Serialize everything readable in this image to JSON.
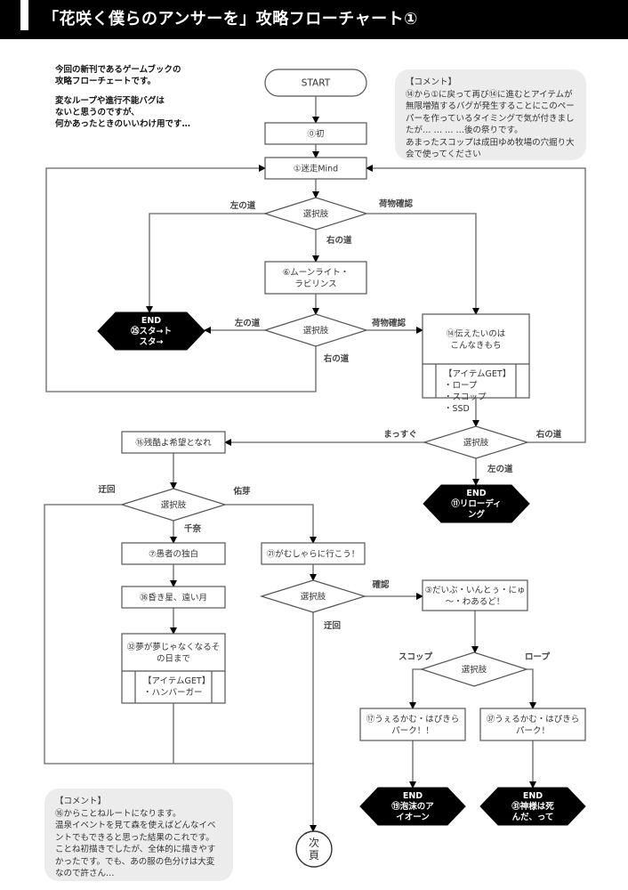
{
  "header": {
    "title": "「花咲く僕らのアンサーを」攻略フローチャート①"
  },
  "intro": {
    "paragraphs": [
      "今回の新刊であるゲームブックの\n攻略フローチェートです。",
      "変なループや進行不能バグは\nないと思うのですが、\n何かあったときのいいわけ用です…"
    ]
  },
  "comments": {
    "top": "【コメント】\n⑭から①に戻って再び⑭に進むとアイテムが無限増殖するバグが発生することにこのペーパーを作っているタイミングで気が付きましたが… … … …後の祭りです。\nあまったスコップは成田ゆめ牧場の穴掘り大会で使ってください",
    "bottom": "【コメント】\n⑯からことねルートになります。\n温泉イベントを見て森を使えばどんなイベントでもできると思った結果のこれです。\nことね初描きでしたが、全体的に描きやすかったです。でも、あの服の色分けは大変なので許さん…"
  },
  "chart_data": {
    "type": "flowchart",
    "nodes": [
      {
        "id": "start",
        "kind": "terminal",
        "lines": [
          "START"
        ]
      },
      {
        "id": "n0",
        "kind": "process",
        "lines": [
          "⓪初"
        ]
      },
      {
        "id": "n1",
        "kind": "process",
        "lines": [
          "①迷走Mind"
        ]
      },
      {
        "id": "d1",
        "kind": "decision",
        "lines": [
          "選択肢"
        ]
      },
      {
        "id": "n6",
        "kind": "process",
        "lines": [
          "⑥ムーンライト・",
          "ラビリンス"
        ]
      },
      {
        "id": "d2",
        "kind": "decision",
        "lines": [
          "選択肢"
        ]
      },
      {
        "id": "end25",
        "kind": "end",
        "lines": [
          "END",
          "㉕スタ→ト",
          "スタ→"
        ]
      },
      {
        "id": "n14",
        "kind": "item-process",
        "lines": [
          "⑭伝えたいのは",
          "こんなきもち"
        ],
        "items": [
          "【アイテムGET】",
          "・ロープ",
          "・スコップ",
          "・SSD"
        ]
      },
      {
        "id": "d3",
        "kind": "decision",
        "lines": [
          "選択肢"
        ]
      },
      {
        "id": "end11",
        "kind": "end",
        "lines": [
          "END",
          "⑪リローディ",
          "ング"
        ]
      },
      {
        "id": "n16",
        "kind": "process",
        "lines": [
          "⑯残酷よ希望となれ"
        ]
      },
      {
        "id": "d4",
        "kind": "decision",
        "lines": [
          "選択肢"
        ]
      },
      {
        "id": "n7",
        "kind": "process",
        "lines": [
          "⑦愚者の独白"
        ]
      },
      {
        "id": "n36",
        "kind": "process",
        "lines": [
          "㊱昏き星、遠い月"
        ]
      },
      {
        "id": "n32",
        "kind": "item-process",
        "lines": [
          "㉜夢が夢じゃなくなるそ",
          "の日まで"
        ],
        "items": [
          "【アイテムGET】",
          "・ハンバーガー"
        ]
      },
      {
        "id": "n21",
        "kind": "process",
        "lines": [
          "㉑がむしゃらに行こう！"
        ]
      },
      {
        "id": "d5",
        "kind": "decision",
        "lines": [
          "選択肢"
        ]
      },
      {
        "id": "n3",
        "kind": "process",
        "lines": [
          "③だいぶ・いんとぅ・にゅ",
          "～・わあるど！"
        ]
      },
      {
        "id": "d6",
        "kind": "decision",
        "lines": [
          "選択肢"
        ]
      },
      {
        "id": "n17",
        "kind": "process",
        "lines": [
          "⑰うぇるかむ・はぴきら",
          "パーク！！"
        ]
      },
      {
        "id": "n37",
        "kind": "process",
        "lines": [
          "㊲うぇるかむ・はぴきら",
          "パーク！"
        ]
      },
      {
        "id": "end19",
        "kind": "end",
        "lines": [
          "END",
          "⑲泡沫のア",
          "イオーン"
        ]
      },
      {
        "id": "end31",
        "kind": "end",
        "lines": [
          "END",
          "㉛神様は死",
          "んだ、って"
        ]
      },
      {
        "id": "next",
        "kind": "connector",
        "lines": [
          "次",
          "頁"
        ]
      }
    ],
    "edges": [
      {
        "from": "start",
        "to": "n0",
        "label": ""
      },
      {
        "from": "n0",
        "to": "n1",
        "label": ""
      },
      {
        "from": "n1",
        "to": "d1",
        "label": ""
      },
      {
        "from": "d1",
        "to": "end25",
        "label": "左の道"
      },
      {
        "from": "d1",
        "to": "n6",
        "label": "右の道"
      },
      {
        "from": "d1",
        "to": "n14",
        "label": "荷物確認"
      },
      {
        "from": "n6",
        "to": "d2",
        "label": ""
      },
      {
        "from": "d2",
        "to": "end25",
        "label": "左の道"
      },
      {
        "from": "d2",
        "to": "n1",
        "label": "右の道"
      },
      {
        "from": "d2",
        "to": "n14",
        "label": "荷物確認"
      },
      {
        "from": "n14",
        "to": "d3",
        "label": ""
      },
      {
        "from": "d3",
        "to": "n16",
        "label": "まっすぐ"
      },
      {
        "from": "d3",
        "to": "n1",
        "label": "右の道"
      },
      {
        "from": "d3",
        "to": "end11",
        "label": "左の道"
      },
      {
        "from": "n16",
        "to": "d4",
        "label": ""
      },
      {
        "from": "d4",
        "to": "next",
        "label": "迂回"
      },
      {
        "from": "d4",
        "to": "n7",
        "label": "千奈"
      },
      {
        "from": "d4",
        "to": "n21",
        "label": "佑芽"
      },
      {
        "from": "n7",
        "to": "n36",
        "label": ""
      },
      {
        "from": "n36",
        "to": "n32",
        "label": ""
      },
      {
        "from": "n32",
        "to": "next",
        "label": ""
      },
      {
        "from": "n21",
        "to": "d5",
        "label": ""
      },
      {
        "from": "d5",
        "to": "n3",
        "label": "確認"
      },
      {
        "from": "d5",
        "to": "next",
        "label": "迂回"
      },
      {
        "from": "n3",
        "to": "d6",
        "label": ""
      },
      {
        "from": "d6",
        "to": "n17",
        "label": "スコップ"
      },
      {
        "from": "d6",
        "to": "n37",
        "label": "ロープ"
      },
      {
        "from": "n17",
        "to": "end19",
        "label": ""
      },
      {
        "from": "n37",
        "to": "end31",
        "label": ""
      }
    ]
  }
}
